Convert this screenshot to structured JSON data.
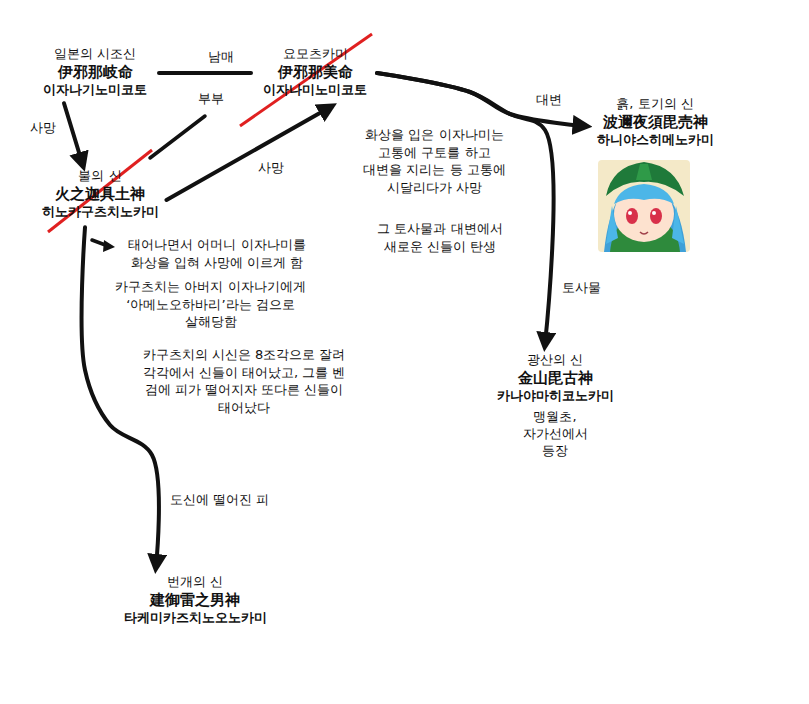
{
  "diagram": {
    "nodes": [
      {
        "text": [
          "일본의 시조신",
          "伊邪那岐命",
          "이자나기노미코토"
        ]
      },
      {
        "text": [
          "요모츠카미",
          "伊邪那美命",
          "이자나미노미코토"
        ]
      },
      {
        "text": [
          "불의 신",
          "火之迦具土神",
          "히노카구츠치노카미"
        ]
      },
      {
        "text": [
          "흙, 토기의 신",
          "波邇夜須毘売神",
          "하니야스히메노카미"
        ]
      },
      {
        "text": [
          "광산의 신",
          "金山毘古神",
          "카나야마히코노카미",
          "맹월초, 자가선에서 등장"
        ]
      },
      {
        "text": [
          "번개의 신",
          "建御雷之男神",
          "타케미카즈치노오노카미"
        ]
      }
    ],
    "edges": [
      {
        "from": 0,
        "to": 1,
        "label": "남매",
        "arrow": "none"
      },
      {
        "from": 0,
        "to": 2,
        "label": "사망",
        "arrow": "to"
      },
      {
        "from": 2,
        "to": 1,
        "label": "사망",
        "arrow": "to"
      },
      {
        "from": 1,
        "to": 3,
        "label": "대변",
        "arrow": "to"
      },
      {
        "from": 1,
        "to": 4,
        "label": "토사물",
        "arrow": "to"
      },
      {
        "from": 2,
        "to": 5,
        "label": "도신에 떨어진 피",
        "arrow": "to"
      }
    ],
    "labels": [
      "부부",
      "화상을 입은 이자나미는 고통에 구토를 하고 대변을 지리는 등 고통에 시달리다가 사망",
      "그 토사물과 대변에서 새로운 신들이 탄생",
      "태어나면서 어머니 이자나미를 화상을 입혀 사망에 이르게 함",
      "카구츠치는 아버지 이자나기에게 ‘아메노오하바리’라는 검으로 살해당함",
      "카구츠치의 시신은 8조각으로 잘려 각각에서 신들이 태어났고, 그를 벤 검에 피가 떨어지자 또다른 신들이 태어났다"
    ]
  }
}
